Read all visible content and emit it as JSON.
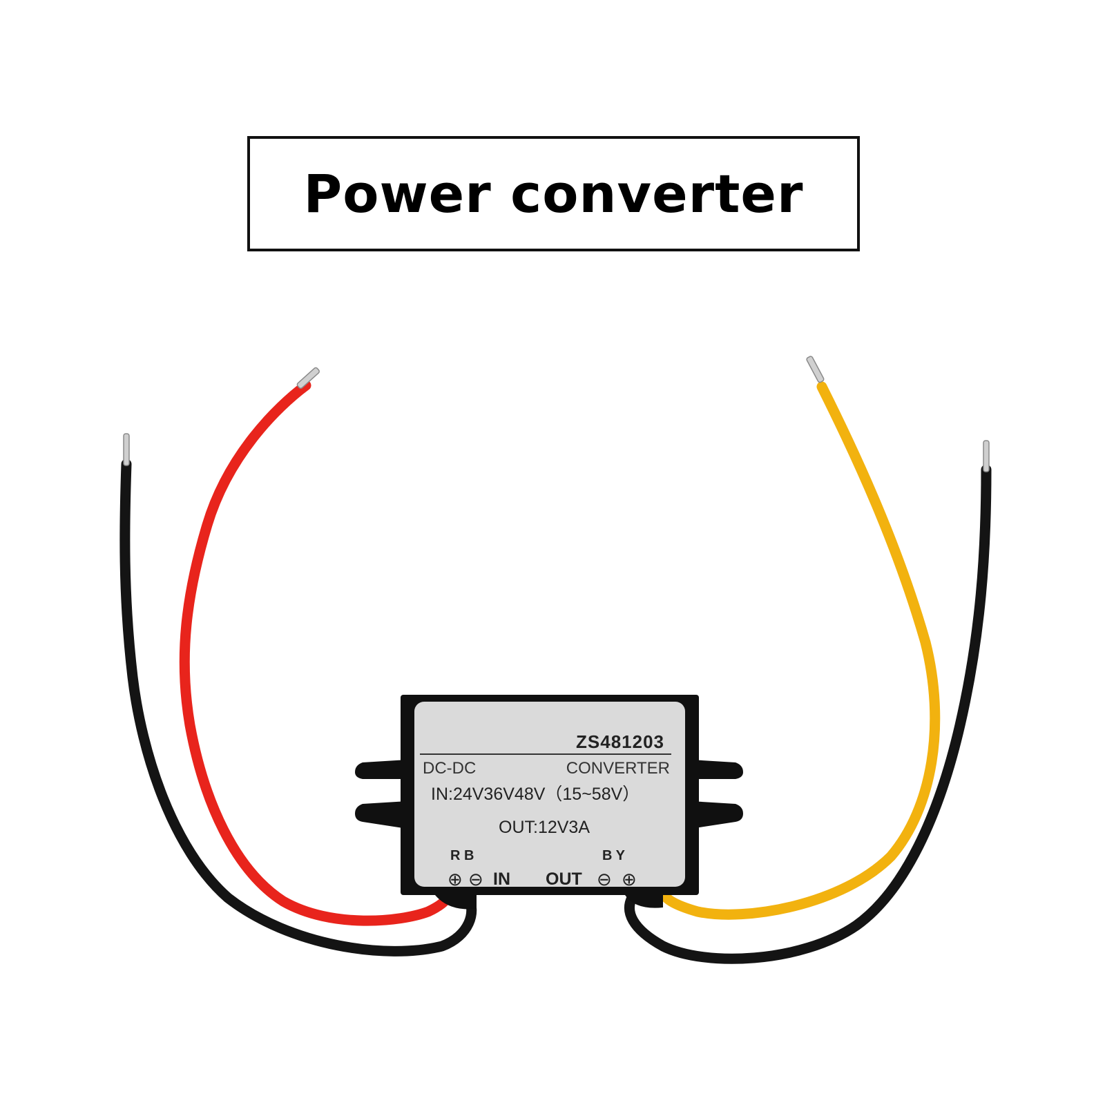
{
  "title": "Power converter",
  "label": {
    "model": "ZS481203",
    "type_left": "DC-DC",
    "type_right": "CONVERTER",
    "input_spec": "IN:24V36V48V（15~58V）",
    "output_spec": "OUT:12V3A",
    "in_wire_letters": "R B",
    "in_text": "IN",
    "out_text": "OUT",
    "out_wire_letters": "B Y",
    "plus_symbol": "⊕",
    "minus_symbol": "⊖"
  },
  "colors": {
    "red_wire": "#e8241c",
    "black_wire": "#141414",
    "yellow_wire": "#f2b20f",
    "housing": "#101010",
    "label_bg": "#dadada"
  }
}
